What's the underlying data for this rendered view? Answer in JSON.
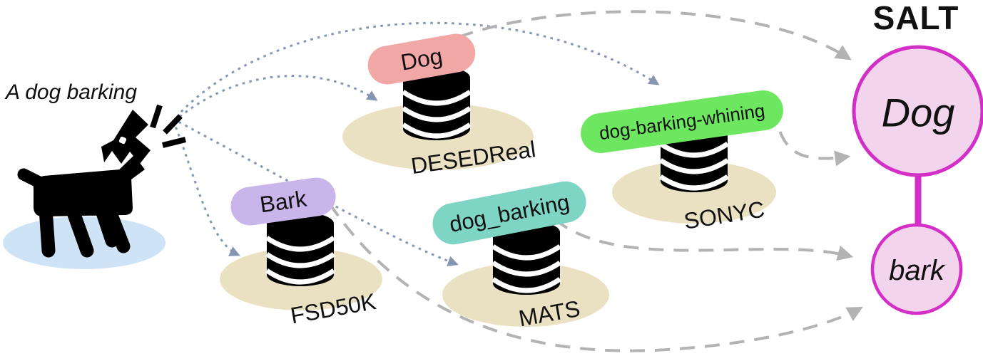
{
  "caption": "A dog barking",
  "datasets": [
    {
      "name": "DESEDReal",
      "tag": "Dog",
      "tag_color": "#f2a7a7"
    },
    {
      "name": "FSD50K",
      "tag": "Bark",
      "tag_color": "#c9b5ea"
    },
    {
      "name": "MATS",
      "tag": "dog_barking",
      "tag_color": "#7ed5c3"
    },
    {
      "name": "SONYC",
      "tag": "dog-barking-whining",
      "tag_color": "#6de75f"
    }
  ],
  "salt": {
    "title": "SALT",
    "parent_node": "Dog",
    "child_node": "bark"
  },
  "colors": {
    "node_fill": "#f2d5ec",
    "node_stroke": "#d42ec8",
    "dataset_shadow": "#eae1c3",
    "dog_shadow": "#cfe3f7",
    "dotted_line": "#8496b2",
    "dashed_line": "#b3b3b3"
  }
}
